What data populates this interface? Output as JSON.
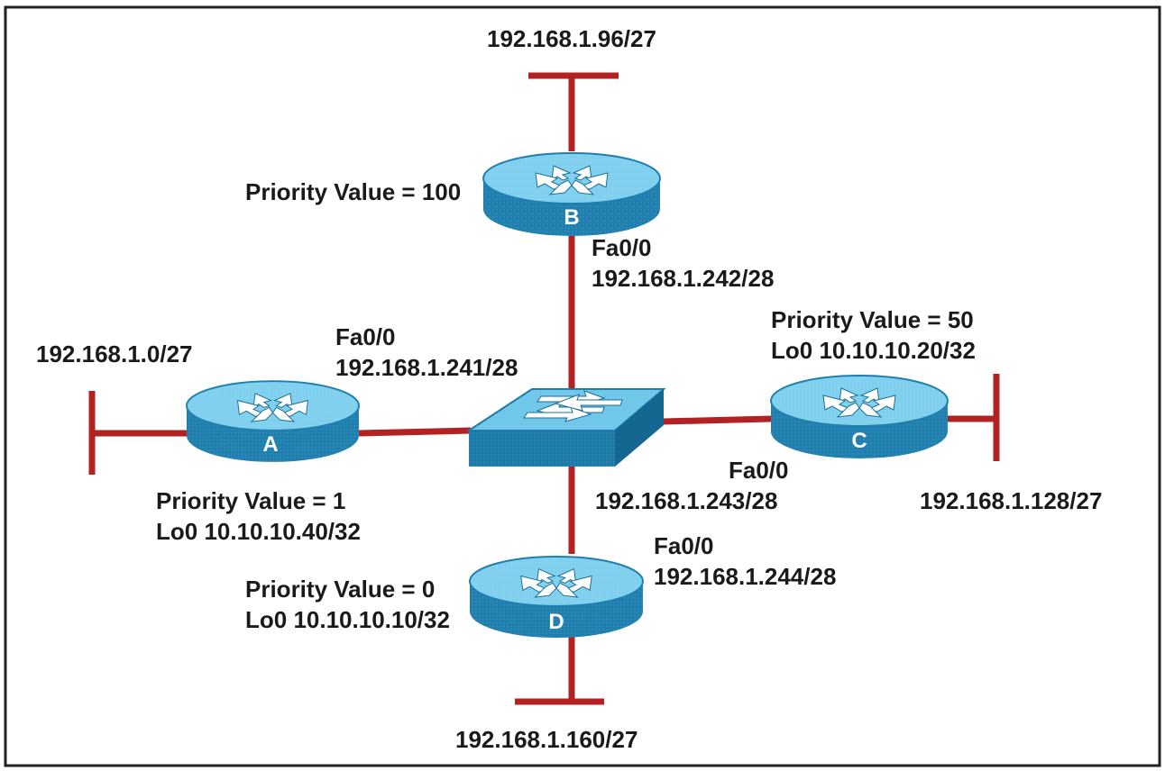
{
  "colors": {
    "link": "#b22222",
    "router_top": "#7fd0ee",
    "router_side": "#1f7fae",
    "switch_top": "#6ec6e8",
    "switch_side": "#1c7aa8",
    "border": "#222222"
  },
  "routers": {
    "A": {
      "name": "A",
      "priority": "Priority Value = 1",
      "loopback": "Lo0 10.10.10.40/32",
      "iface": "Fa0/0",
      "ip": "192.168.1.241/28",
      "lan": "192.168.1.0/27"
    },
    "B": {
      "name": "B",
      "priority": "Priority Value = 100",
      "iface": "Fa0/0",
      "ip": "192.168.1.242/28",
      "lan": "192.168.1.96/27"
    },
    "C": {
      "name": "C",
      "priority": "Priority Value = 50",
      "loopback": "Lo0 10.10.10.20/32",
      "iface": "Fa0/0",
      "ip": "192.168.1.243/28",
      "lan": "192.168.1.128/27"
    },
    "D": {
      "name": "D",
      "priority": "Priority Value = 0",
      "loopback": "Lo0 10.10.10.10/32",
      "iface": "Fa0/0",
      "ip": "192.168.1.244/28",
      "lan": "192.168.1.160/27"
    }
  },
  "icons": {
    "router": "router-icon",
    "switch": "switch-icon"
  }
}
